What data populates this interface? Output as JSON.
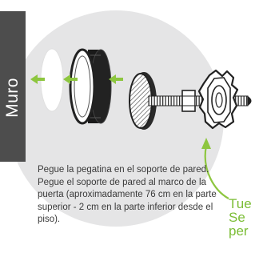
{
  "wall_label": "Muro",
  "instructions": "Pegue la pegatina en el soporte de pared. Pegue el soporte de pared al marco de la puerta (aproximadamente 76 cm en la parte superior - 2 cm en la parte inferior desde el piso).",
  "side_note": "Tue\nSe \nper",
  "colors": {
    "circle": "#e5e5e6",
    "wall": "#4d4d4d",
    "arrow": "#8dc63f",
    "note_text": "#7bbd35",
    "body_text": "#3a3a3a"
  },
  "parts": [
    "sticker",
    "wall-mount",
    "mount-plate",
    "threaded-bolt",
    "hand-knob"
  ]
}
